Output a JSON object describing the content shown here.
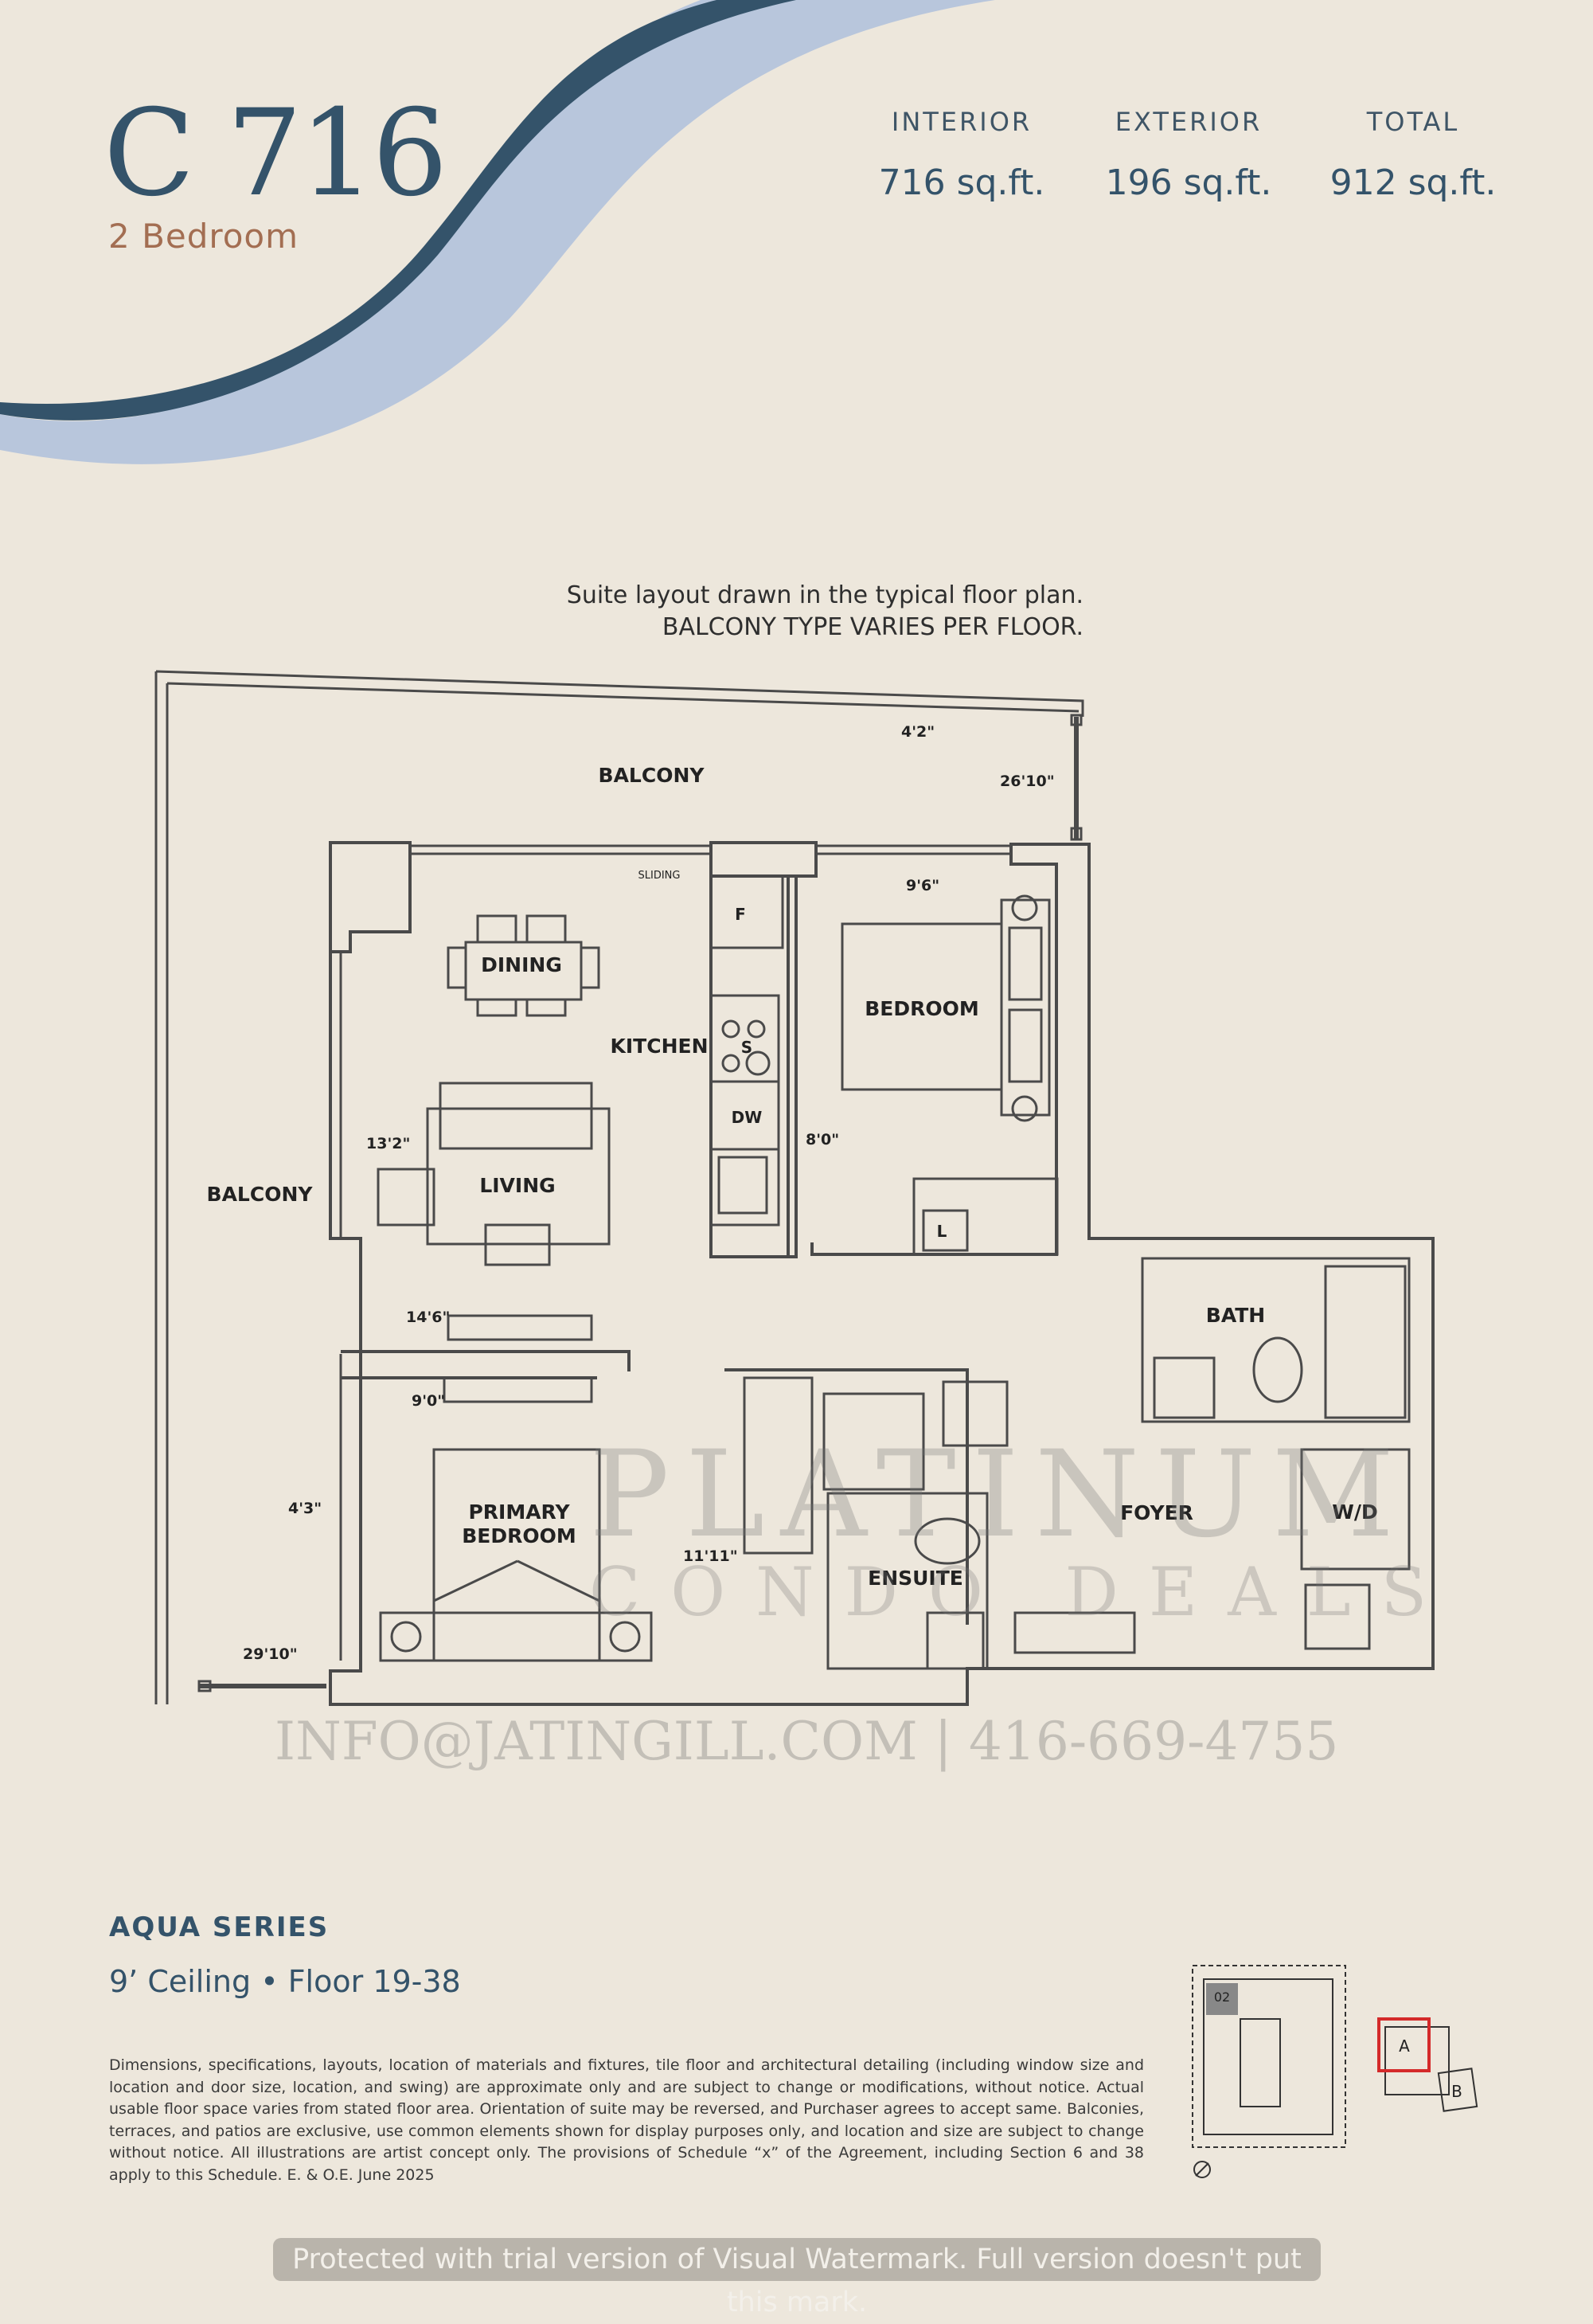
{
  "unit": {
    "name": "C 716",
    "type": "2 Bedroom"
  },
  "areas": [
    {
      "label": "INTERIOR",
      "value": "716 sq.ft."
    },
    {
      "label": "EXTERIOR",
      "value": "196 sq.ft."
    },
    {
      "label": "TOTAL",
      "value": "912 sq.ft."
    }
  ],
  "plan_note": {
    "line1": "Suite layout drawn in the typical floor plan.",
    "line2": "BALCONY TYPE VARIES PER FLOOR."
  },
  "rooms": {
    "balcony_top": "BALCONY",
    "balcony_left": "BALCONY",
    "dining": "DINING",
    "kitchen": "KITCHEN",
    "living": "LIVING",
    "bedroom": "BEDROOM",
    "primary_bedroom_1": "PRIMARY",
    "primary_bedroom_2": "BEDROOM",
    "ensuite": "ENSUITE",
    "bath": "BATH",
    "foyer": "FOYER",
    "washer_dryer": "W/D"
  },
  "fixtures": {
    "fridge": "F",
    "stove": "S",
    "dishwasher": "DW",
    "linen": "L",
    "sliding": "SLIDING"
  },
  "dimensions": {
    "d1": "4'2\"",
    "d2": "26'10\"",
    "d3": "9'6\"",
    "d4": "13'2\"",
    "d5": "8'0\"",
    "d6": "14'6\"",
    "d7": "9'0\"",
    "d8": "4'3\"",
    "d9": "11'11\"",
    "d10": "29'10\""
  },
  "series": "AQUA SERIES",
  "ceiling_floor": "9’ Ceiling • Floor 19-38",
  "key_plan": {
    "unit_tag": "02",
    "block_a": "A",
    "block_b": "B"
  },
  "disclaimer": "Dimensions, specifications, layouts, location of materials and fixtures, tile floor and architectural detailing (including window size and location and door size, location, and swing) are approximate only and are subject to change or modifications, without notice. Actual usable floor space varies from stated floor area. Orientation of suite may be reversed, and Purchaser agrees to accept same. Balconies, terraces, and patios are exclusive, use common elements shown for display purposes only, and location and size are subject to change without notice. All illustrations are artist concept only. The provisions of Schedule “x” of the Agreement, including Section 6 and 38 apply to this Schedule. E. & O.E. June 2025",
  "watermarks": {
    "brand1": "PLATINUM",
    "brand2": "CONDO DEALS",
    "contact": "INFO@JATINGILL.COM | 416-669-4755"
  },
  "trial_notice": "Protected with trial version of Visual Watermark. Full version doesn't put this mark.",
  "colors": {
    "background": "#ede7dc",
    "wave_dark": "#34536a",
    "wave_light": "#b8c6dc",
    "accent": "#a36e52",
    "key_highlight": "#d42a2a"
  }
}
